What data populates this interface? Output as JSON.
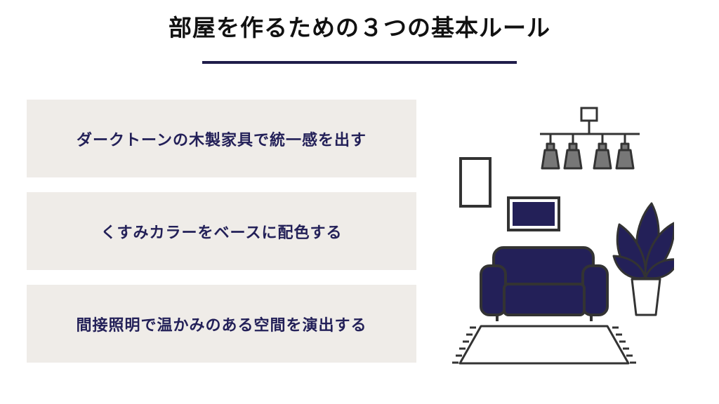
{
  "title": "部屋を作るための３つの基本ルール",
  "rules": [
    {
      "text": "ダークトーンの木製家具で統一感を出す"
    },
    {
      "text": "くすみカラーをベースに配色する"
    },
    {
      "text": "間接照明で温かみのある空間を演出する"
    }
  ],
  "colors": {
    "navy": "#232058",
    "rule_line": "#1f1d4a",
    "box_bg": "#efece8",
    "outline": "#333333",
    "lamp_shade": "#777777"
  },
  "illustration": {
    "icons": [
      "ceiling-lamp-icon",
      "wall-frame-icon",
      "wall-picture-icon",
      "sofa-icon",
      "potted-plant-icon",
      "rug-icon"
    ]
  }
}
